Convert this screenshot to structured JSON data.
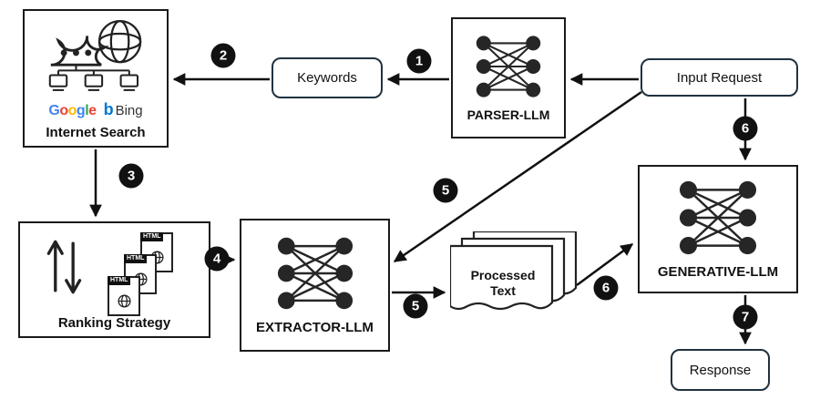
{
  "diagram": {
    "nodes": {
      "internet_search": {
        "label": "Internet Search"
      },
      "keywords": {
        "label": "Keywords"
      },
      "parser_llm": {
        "label": "PARSER-LLM"
      },
      "input_request": {
        "label": "Input Request"
      },
      "ranking_strategy": {
        "label": "Ranking Strategy"
      },
      "extractor_llm": {
        "label": "EXTRACTOR-LLM"
      },
      "processed_text": {
        "label": "Processed Text"
      },
      "generative_llm": {
        "label": "GENERATIVE-LLM"
      },
      "response": {
        "label": "Response"
      }
    },
    "logos": {
      "google": {
        "letters": [
          {
            "ch": "G",
            "color": "#4285F4"
          },
          {
            "ch": "o",
            "color": "#EA4335"
          },
          {
            "ch": "o",
            "color": "#FBBC05"
          },
          {
            "ch": "g",
            "color": "#4285F4"
          },
          {
            "ch": "l",
            "color": "#34A853"
          },
          {
            "ch": "e",
            "color": "#EA4335"
          }
        ]
      },
      "bing": {
        "mark": "b",
        "text": "Bing",
        "mark_color": "#0078D4"
      }
    },
    "file_icon_label": "HTML",
    "edges": [
      {
        "from": "input_request",
        "to": "parser_llm",
        "step": ""
      },
      {
        "from": "parser_llm",
        "to": "keywords",
        "step": "1"
      },
      {
        "from": "keywords",
        "to": "internet_search",
        "step": "2"
      },
      {
        "from": "internet_search",
        "to": "ranking_strategy",
        "step": "3"
      },
      {
        "from": "ranking_strategy",
        "to": "extractor_llm",
        "step": "4"
      },
      {
        "from": "input_request",
        "to": "extractor_llm",
        "step": "5"
      },
      {
        "from": "extractor_llm",
        "to": "processed_text",
        "step": "5"
      },
      {
        "from": "input_request",
        "to": "generative_llm",
        "step": "6"
      },
      {
        "from": "processed_text",
        "to": "generative_llm",
        "step": "6"
      },
      {
        "from": "generative_llm",
        "to": "response",
        "step": "7"
      }
    ],
    "colors": {
      "arrow": "#111111",
      "badge_bg": "#111111",
      "badge_text": "#ffffff",
      "box_border": "#1a1a1a",
      "pill_border": "#20323f"
    }
  }
}
